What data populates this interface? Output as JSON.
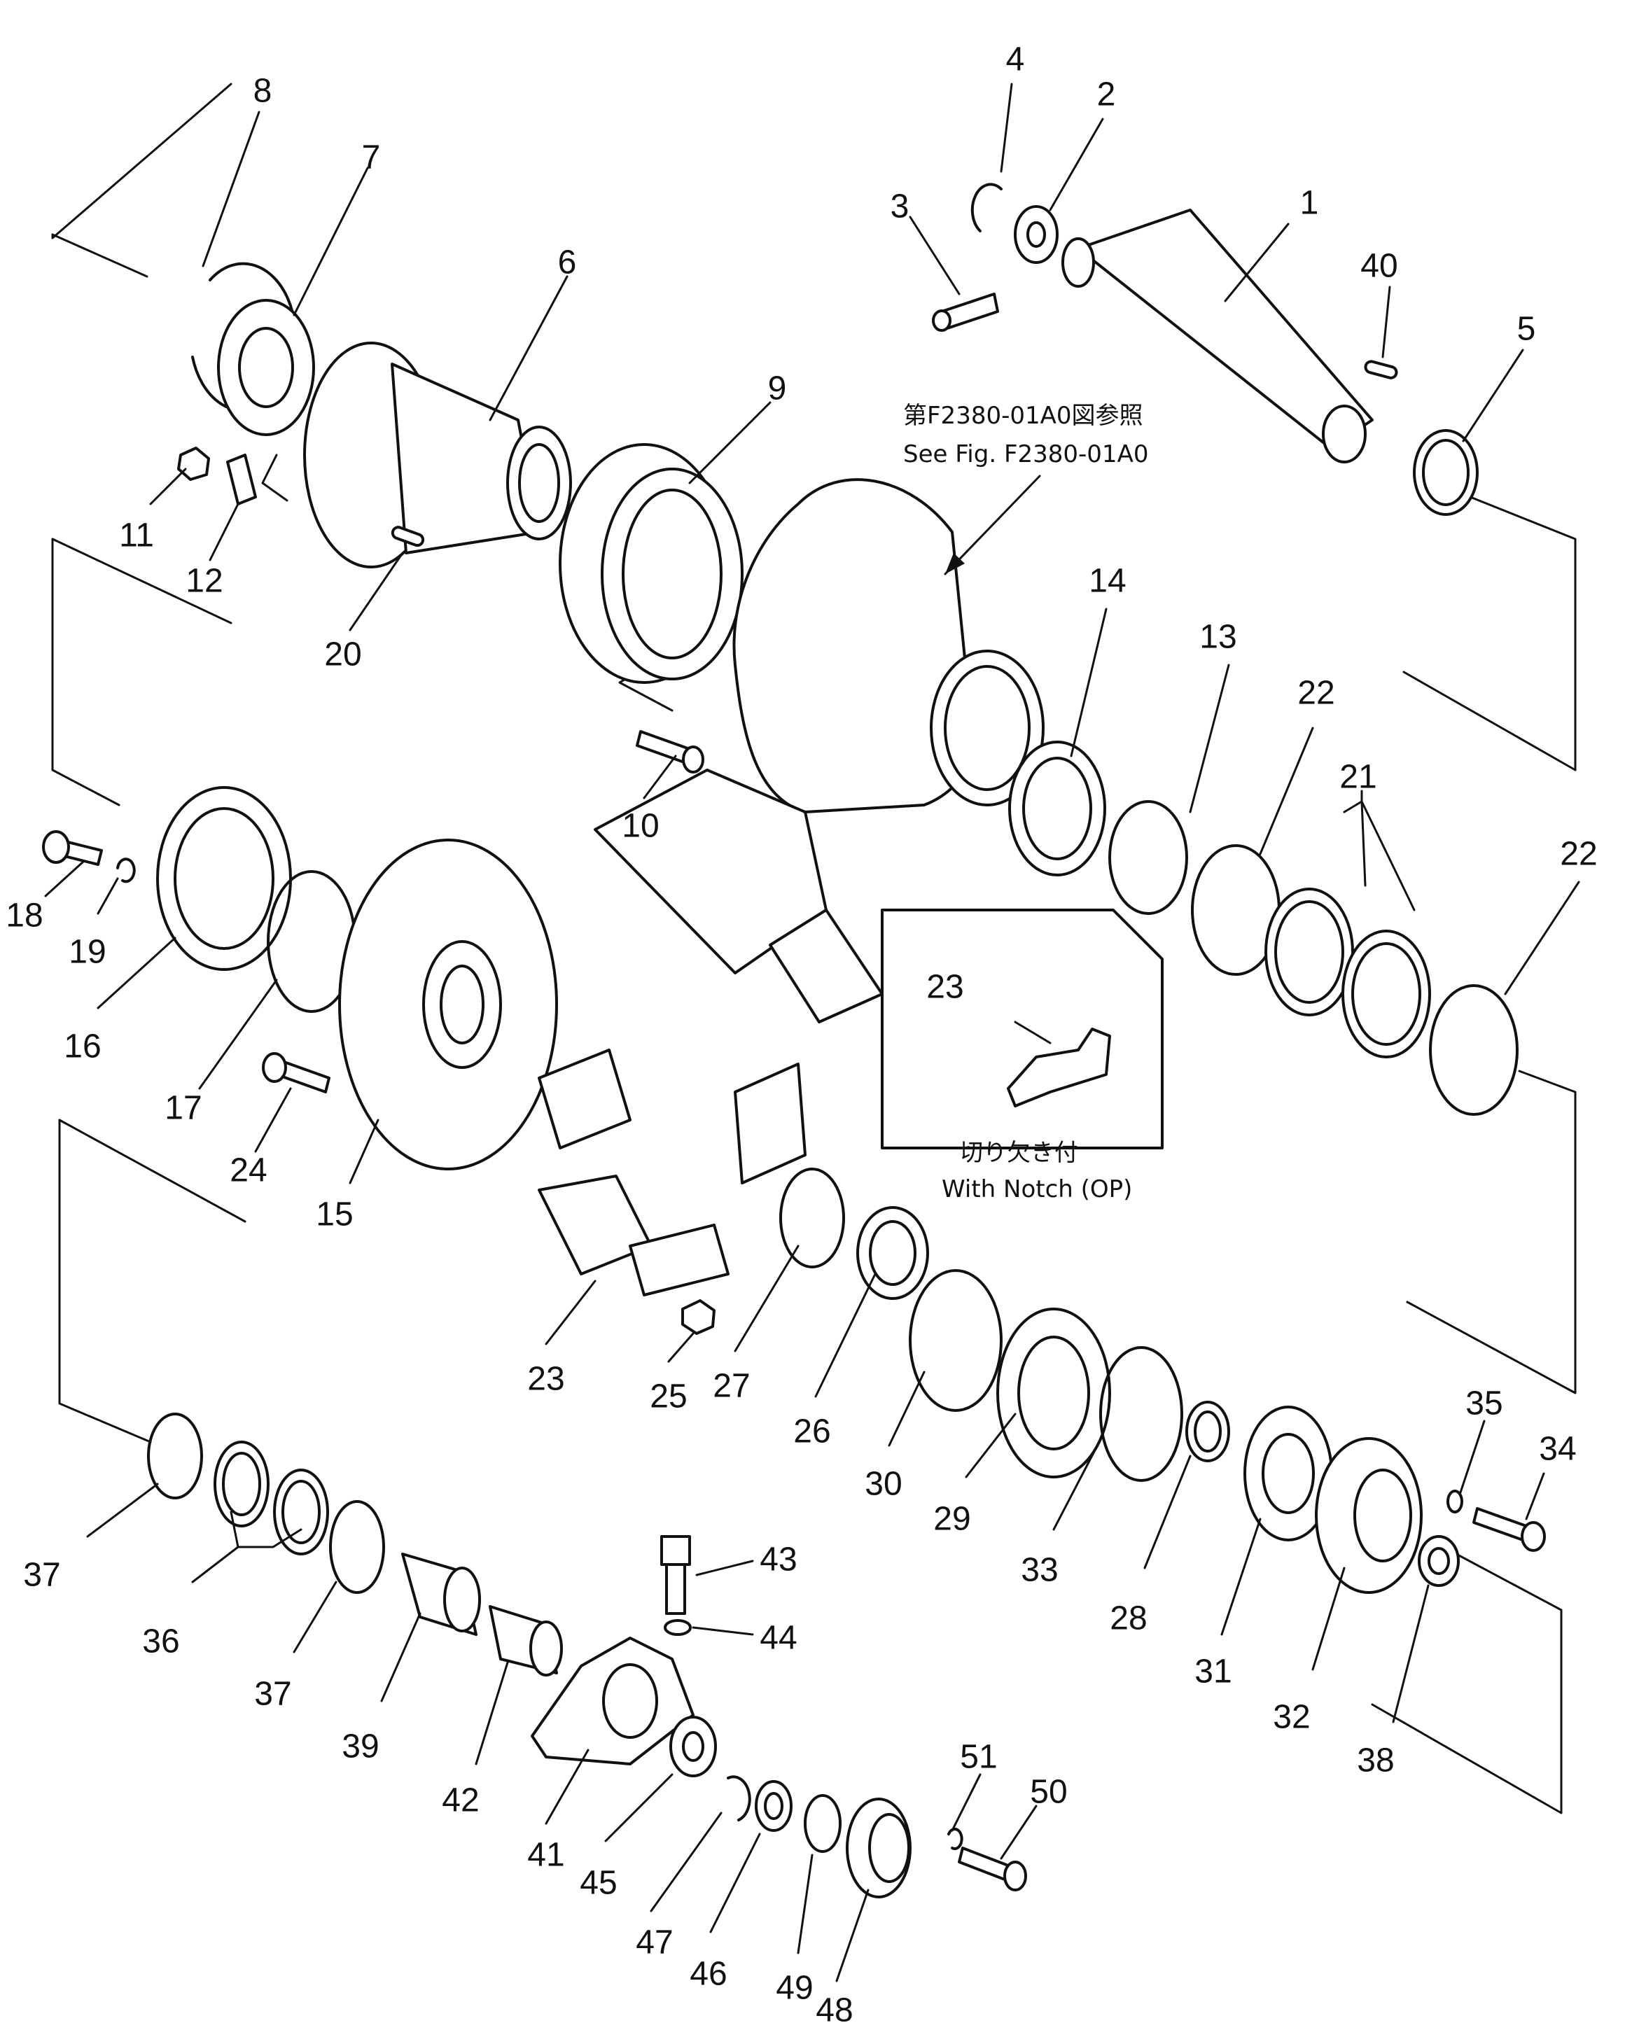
{
  "reference": {
    "jp": "第F2380-01A0図参照",
    "en": "See Fig. F2380-01A0"
  },
  "inset": {
    "jp": "切り欠き付",
    "en": "With Notch (OP)",
    "part": "23"
  },
  "callouts": [
    "1",
    "2",
    "3",
    "4",
    "5",
    "6",
    "7",
    "8",
    "9",
    "10",
    "11",
    "12",
    "13",
    "14",
    "15",
    "16",
    "17",
    "18",
    "19",
    "20",
    "21",
    "22",
    "22",
    "23",
    "24",
    "25",
    "26",
    "27",
    "28",
    "29",
    "30",
    "31",
    "32",
    "33",
    "34",
    "35",
    "36",
    "37",
    "37",
    "38",
    "39",
    "40",
    "41",
    "42",
    "43",
    "44",
    "45",
    "46",
    "47",
    "48",
    "49",
    "50",
    "51"
  ]
}
